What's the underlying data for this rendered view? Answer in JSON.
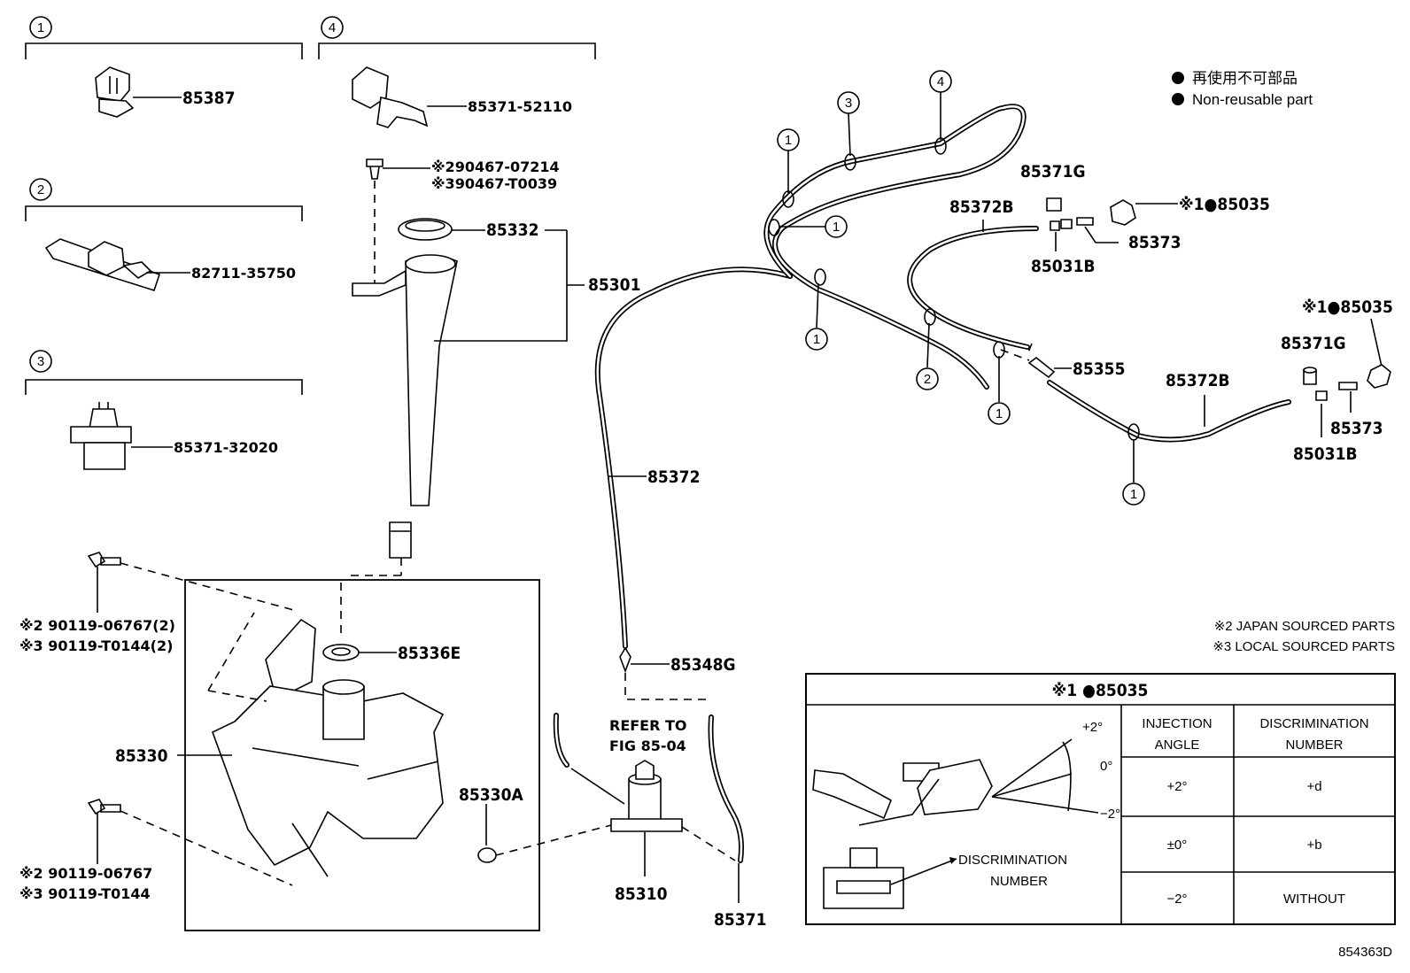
{
  "legend": {
    "jp": "再使用不可部品",
    "en": "Non-reusable part"
  },
  "clips": {
    "c1": {
      "num": "1",
      "part": "85387"
    },
    "c2": {
      "num": "2",
      "part": "82711-35750"
    },
    "c3": {
      "num": "3",
      "part": "85371-32020"
    },
    "c4": {
      "num": "4",
      "part": "85371-52110"
    }
  },
  "callouts": {
    "p90467a": "※290467-07214",
    "p90467b": "※390467-T0039",
    "p85332": "85332",
    "p85301": "85301",
    "p85336E": "85336E",
    "p85330": "85330",
    "p85330A": "85330A",
    "p85310": "85310",
    "p85371": "85371",
    "p85372": "85372",
    "p85348G": "85348G",
    "refer1": "REFER TO",
    "refer2": "FIG 85-04",
    "bolt1a": "※2 90119-06767(2)",
    "bolt1b": "※3 90119-T0144(2)",
    "bolt2a": "※2 90119-06767",
    "bolt2b": "※3 90119-T0144",
    "p85371G_a": "85371G",
    "p85372B_a": "85372B",
    "p85031B_a": "85031B",
    "p85373_a": "85373",
    "p85035_a": "※1●85035",
    "p85355": "85355",
    "p85035_b": "※1●85035",
    "p85371G_b": "85371G",
    "p85372B_b": "85372B",
    "p85373_b": "85373",
    "p85031B_b": "85031B"
  },
  "circle_marks": [
    "1",
    "2",
    "3",
    "4"
  ],
  "notes": {
    "japan": "※2 JAPAN SOURCED PARTS",
    "local": "※3 LOCAL SOURCED PARTS"
  },
  "table": {
    "title": "※1 ●85035",
    "col1": [
      "INJECTION",
      "ANGLE"
    ],
    "col2": [
      "DISCRIMINATION",
      "NUMBER"
    ],
    "rows": [
      {
        "angle": "+2°",
        "number": "+d"
      },
      {
        "angle": "±0°",
        "number": "+b"
      },
      {
        "angle": "−2°",
        "number": "WITHOUT"
      }
    ],
    "fig_angles": [
      "+2°",
      "0°",
      "−2°"
    ],
    "fig_label1": "DISCRIMINATION",
    "fig_label2": "NUMBER"
  },
  "figure_id": "854363D"
}
